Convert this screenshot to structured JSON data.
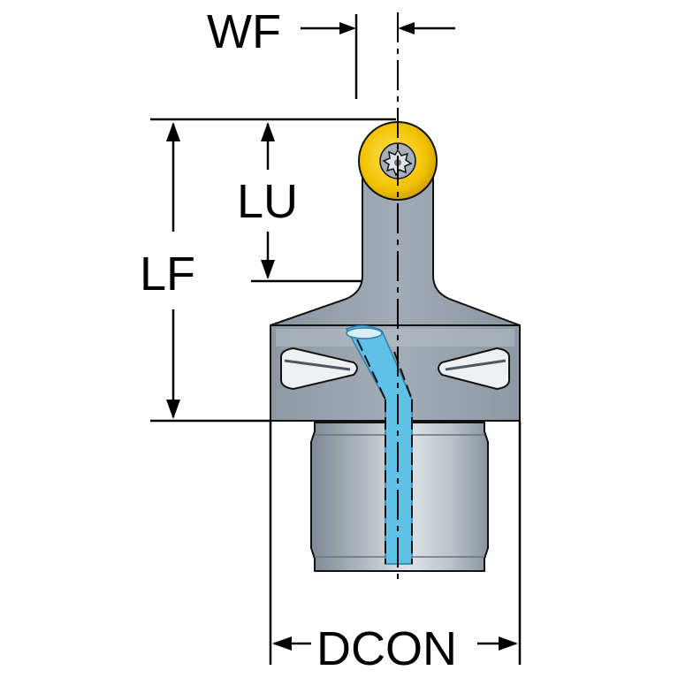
{
  "labels": {
    "wf": "WF",
    "lu": "LU",
    "lf": "LF",
    "dcon": "DCON"
  },
  "colors": {
    "body": "#98a2ad",
    "body_dark": "#6f7a86",
    "shank_light": "#d9dde1",
    "insert": "#f2c200",
    "coolant": "#5fc0e8",
    "line": "#000000"
  },
  "icons": {
    "screw": "torx-screw-icon"
  }
}
